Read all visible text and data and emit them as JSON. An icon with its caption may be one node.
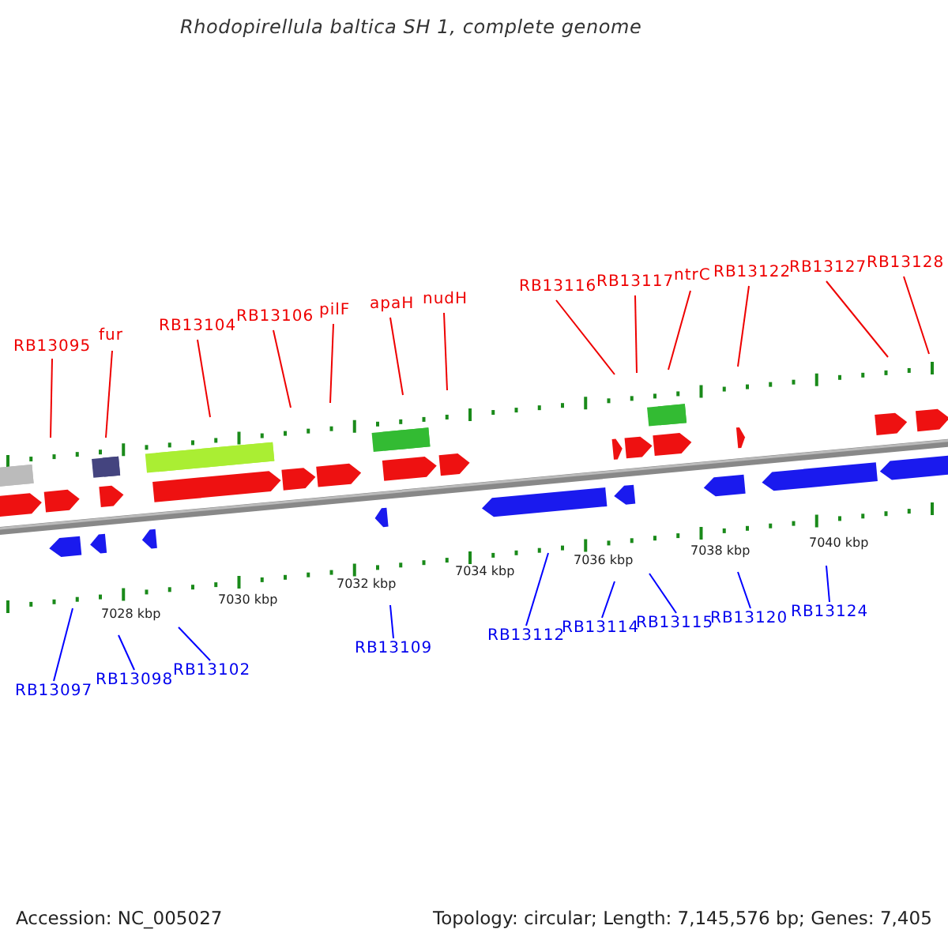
{
  "diagram": {
    "title": "Rhodopirellula baltica SH 1, complete genome",
    "nodes": [
      {
        "text": [
          "RB13095"
        ]
      },
      {
        "text": [
          "fur"
        ]
      },
      {
        "text": [
          "RB13104"
        ]
      },
      {
        "text": [
          "RB13106"
        ]
      },
      {
        "text": [
          "pilF"
        ]
      },
      {
        "text": [
          "apaH"
        ]
      },
      {
        "text": [
          "nudH"
        ]
      },
      {
        "text": [
          "RB13116"
        ]
      },
      {
        "text": [
          "RB13117"
        ]
      },
      {
        "text": [
          "ntrC"
        ]
      },
      {
        "text": [
          "RB13122"
        ]
      },
      {
        "text": [
          "RB13127"
        ]
      },
      {
        "text": [
          "RB13128"
        ]
      },
      {
        "text": [
          "RB13097"
        ]
      },
      {
        "text": [
          "RB13098"
        ]
      },
      {
        "text": [
          "RB13102"
        ]
      },
      {
        "text": [
          "RB13109"
        ]
      },
      {
        "text": [
          "RB13112"
        ]
      },
      {
        "text": [
          "RB13114"
        ]
      },
      {
        "text": [
          "RB13115"
        ]
      },
      {
        "text": [
          "RB13120"
        ]
      },
      {
        "text": [
          "RB13124"
        ]
      }
    ],
    "edges": [
      {
        "from": 0,
        "to": null,
        "arrow": "none"
      },
      {
        "from": 1,
        "to": null,
        "arrow": "none"
      },
      {
        "from": 2,
        "to": null,
        "arrow": "none"
      },
      {
        "from": 3,
        "to": null,
        "arrow": "none"
      },
      {
        "from": 4,
        "to": null,
        "arrow": "none"
      },
      {
        "from": 5,
        "to": null,
        "arrow": "none"
      },
      {
        "from": 6,
        "to": null,
        "arrow": "none"
      },
      {
        "from": 7,
        "to": null,
        "arrow": "none"
      },
      {
        "from": 8,
        "to": null,
        "arrow": "none"
      },
      {
        "from": 9,
        "to": null,
        "arrow": "none"
      },
      {
        "from": 10,
        "to": null,
        "arrow": "none"
      },
      {
        "from": 11,
        "to": null,
        "arrow": "none"
      },
      {
        "from": 12,
        "to": null,
        "arrow": "none"
      },
      {
        "from": 13,
        "to": null,
        "arrow": "none",
        "color": "#0000ff"
      },
      {
        "from": 14,
        "to": null,
        "arrow": "none",
        "color": "#0000ff"
      },
      {
        "from": 15,
        "to": null,
        "arrow": "none",
        "color": "#0000ff"
      },
      {
        "from": 16,
        "to": null,
        "arrow": "none",
        "color": "#0000ff"
      },
      {
        "from": 17,
        "to": null,
        "arrow": "none",
        "color": "#0000ff"
      },
      {
        "from": 18,
        "to": null,
        "arrow": "none",
        "color": "#0000ff"
      },
      {
        "from": 19,
        "to": null,
        "arrow": "none",
        "color": "#0000ff"
      },
      {
        "from": 20,
        "to": null,
        "arrow": "none",
        "color": "#0000ff"
      },
      {
        "from": 21,
        "to": null,
        "arrow": "none",
        "color": "#0000ff"
      }
    ],
    "labels": [
      "7028 kbp",
      "7030 kbp",
      "7032 kbp",
      "7034 kbp",
      "7036 kbp",
      "7038 kbp",
      "7040 kbp",
      "Accession: NC_005027",
      "Topology: circular; Length: 7,145,576 bp; Genes: 7,405"
    ]
  }
}
